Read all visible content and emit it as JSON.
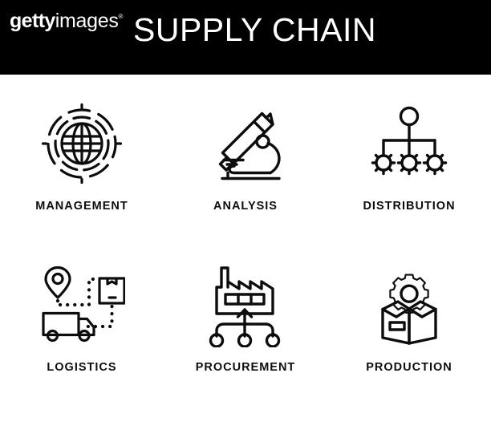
{
  "header": {
    "brand_primary": "getty",
    "brand_secondary": "images",
    "brand_registered": "®",
    "title": "SUPPLY CHAIN",
    "background_color": "#000000",
    "text_color": "#ffffff"
  },
  "theme": {
    "page_background": "#ffffff",
    "icon_stroke_color": "#0d0d0d",
    "label_color": "#0d0d0d"
  },
  "grid": {
    "columns": 3,
    "rows": 2,
    "items": [
      {
        "label": "MANAGEMENT",
        "icon": "globe-network-icon"
      },
      {
        "label": "ANALYSIS",
        "icon": "microscope-icon"
      },
      {
        "label": "DISTRIBUTION",
        "icon": "hierarchy-gears-icon"
      },
      {
        "label": "LOGISTICS",
        "icon": "truck-package-route-icon"
      },
      {
        "label": "PROCUREMENT",
        "icon": "factory-arrow-icon"
      },
      {
        "label": "PRODUCTION",
        "icon": "open-box-gear-icon"
      }
    ]
  }
}
